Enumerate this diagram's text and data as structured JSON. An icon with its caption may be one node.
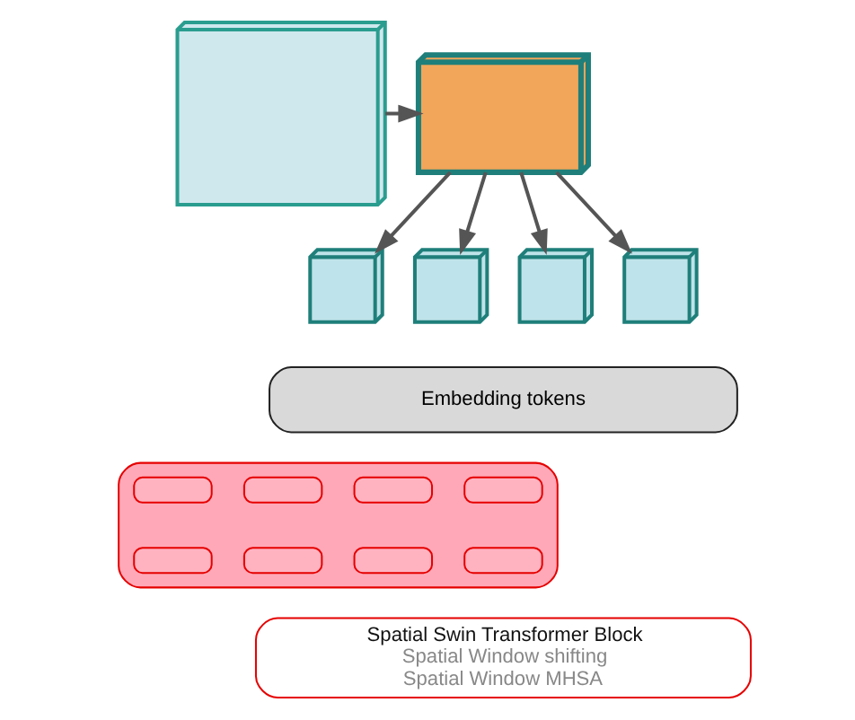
{
  "diagram": {
    "nodes": [
      {
        "text": [],
        "shape": "cube"
      },
      {
        "text": [],
        "shape": "cube"
      },
      {
        "text": [],
        "shape": "cube"
      },
      {
        "text": [],
        "shape": "cube"
      },
      {
        "text": [],
        "shape": "cube"
      },
      {
        "text": [],
        "shape": "cube"
      },
      {
        "text": [
          "Embedding tokens"
        ]
      },
      {
        "text": [],
        "shape": "box"
      },
      {
        "text": [],
        "shape": "box",
        "in": 7
      },
      {
        "text": [],
        "shape": "box",
        "in": 7
      },
      {
        "text": [],
        "shape": "box",
        "in": 7
      },
      {
        "text": [],
        "shape": "box",
        "in": 7
      },
      {
        "text": [],
        "shape": "box",
        "in": 7
      },
      {
        "text": [],
        "shape": "box",
        "in": 7
      },
      {
        "text": [],
        "shape": "box",
        "in": 7
      },
      {
        "text": [],
        "shape": "box",
        "in": 7
      },
      {
        "text": [
          "Spatial Swin Transformer Block",
          "Spatial Window shifting",
          "Spatial Window MHSA"
        ]
      }
    ],
    "edges": [
      {
        "from": 0,
        "to": 1,
        "arrow": "to"
      },
      {
        "from": 1,
        "to": 2,
        "arrow": "to"
      },
      {
        "from": 1,
        "to": 3,
        "arrow": "to"
      },
      {
        "from": 1,
        "to": 4,
        "arrow": "to"
      },
      {
        "from": 1,
        "to": 5,
        "arrow": "to"
      }
    ]
  }
}
